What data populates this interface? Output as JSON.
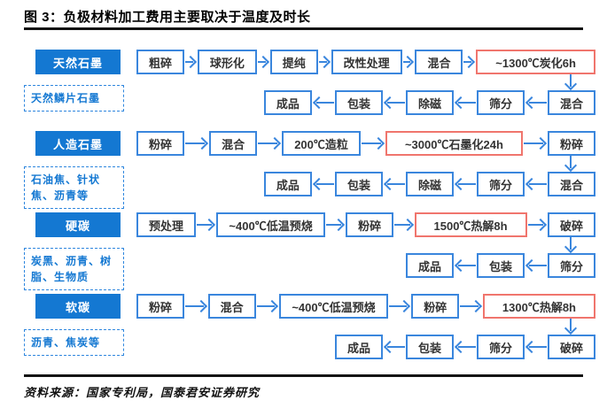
{
  "figure": {
    "title": "图 3：负极材料加工费用主要取决于温度及时长",
    "source": "资料来源：国家专利局，国泰君安证券研究"
  },
  "colors": {
    "category_blue": "#1478d2",
    "flow_border_blue": "#3a86dd",
    "highlight_red": "#f0756d",
    "step_text": "#333333"
  },
  "rows": [
    {
      "category": "天然石墨",
      "materials": "天然鳞片石墨",
      "top_steps": [
        {
          "label": "粗碎",
          "highlight": false
        },
        {
          "label": "球形化",
          "highlight": false
        },
        {
          "label": "提纯",
          "highlight": false
        },
        {
          "label": "改性处理",
          "highlight": false
        },
        {
          "label": "混合",
          "highlight": false
        },
        {
          "label": "~1300℃炭化6h",
          "highlight": true
        }
      ],
      "bottom_steps": [
        "成品",
        "包装",
        "除磁",
        "筛分",
        "混合"
      ]
    },
    {
      "category": "人造石墨",
      "materials": "石油焦、针状焦、沥青等",
      "top_steps": [
        {
          "label": "粉碎",
          "highlight": false
        },
        {
          "label": "混合",
          "highlight": false
        },
        {
          "label": "200℃造粒",
          "highlight": false
        },
        {
          "label": "~3000℃石墨化24h",
          "highlight": true
        },
        {
          "label": "粉碎",
          "highlight": false
        }
      ],
      "bottom_steps": [
        "成品",
        "包装",
        "除磁",
        "筛分",
        "混合"
      ]
    },
    {
      "category": "硬碳",
      "materials": "炭黑、沥青、树脂、生物质",
      "top_steps": [
        {
          "label": "预处理",
          "highlight": false
        },
        {
          "label": "~400℃低温预烧",
          "highlight": false
        },
        {
          "label": "粉碎",
          "highlight": false
        },
        {
          "label": "1500℃热解8h",
          "highlight": true
        },
        {
          "label": "破碎",
          "highlight": false
        }
      ],
      "bottom_steps": [
        "成品",
        "包装",
        "筛分"
      ]
    },
    {
      "category": "软碳",
      "materials": "沥青、焦炭等",
      "top_steps": [
        {
          "label": "粉碎",
          "highlight": false
        },
        {
          "label": "混合",
          "highlight": false
        },
        {
          "label": "~400℃低温预烧",
          "highlight": false
        },
        {
          "label": "粉碎",
          "highlight": false
        },
        {
          "label": "1300℃热解8h",
          "highlight": true
        }
      ],
      "bottom_steps": [
        "成品",
        "包装",
        "筛分",
        "破碎"
      ]
    }
  ]
}
